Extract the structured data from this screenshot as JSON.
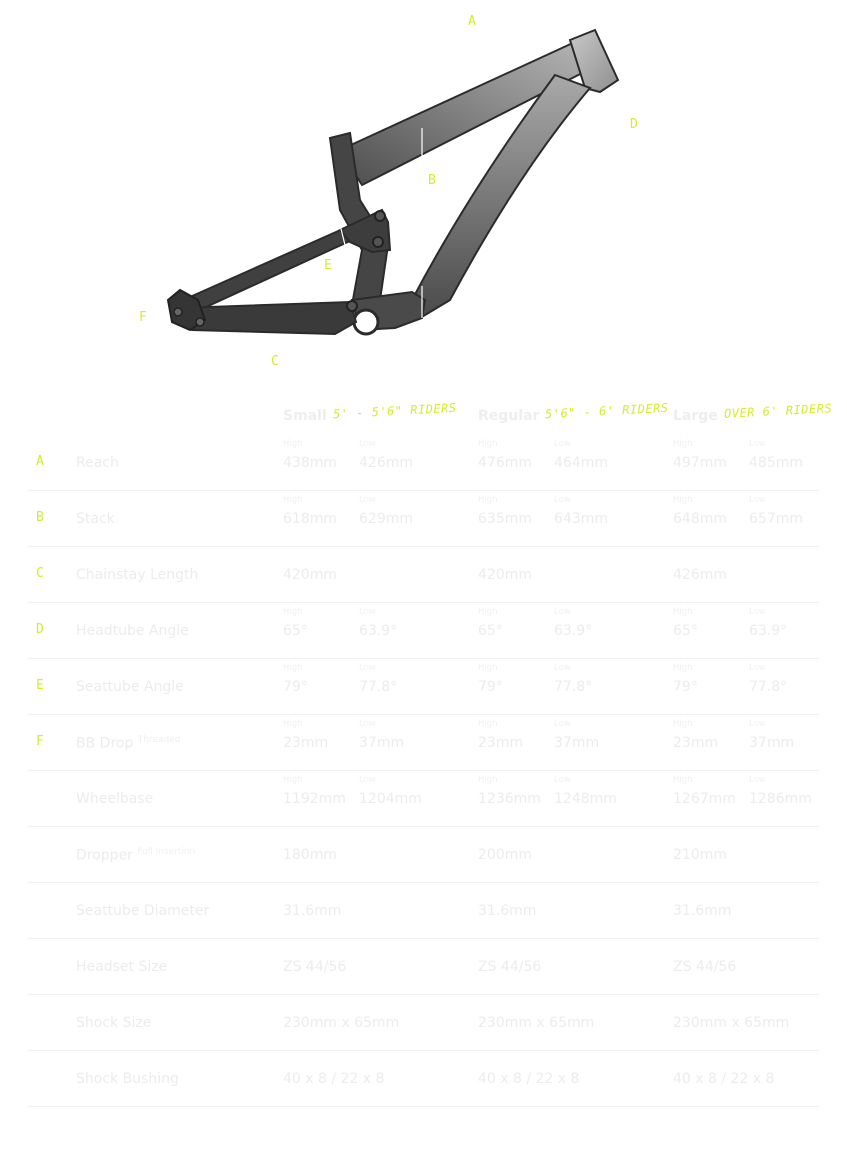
{
  "diagram": {
    "markers": {
      "A": "A",
      "B": "B",
      "C": "C",
      "D": "D",
      "E": "E",
      "F": "F"
    },
    "colors": {
      "frame": "#4a4a4a",
      "accent": "#d3ee2a"
    }
  },
  "table": {
    "sizes": [
      {
        "name": "Small",
        "riders": "5' - 5'6\" RIDERS"
      },
      {
        "name": "Regular",
        "riders": "5'6\" - 6' RIDERS"
      },
      {
        "name": "Large",
        "riders": "OVER 6' RIDERS"
      }
    ],
    "rows": [
      {
        "letter": "A",
        "label": "Reach",
        "sup": "",
        "cells": [
          {
            "cap1": "High",
            "val1": "438mm",
            "cap2": "Low",
            "val2": "426mm"
          },
          {
            "cap1": "High",
            "val1": "476mm",
            "cap2": "Low",
            "val2": "464mm"
          },
          {
            "cap1": "High",
            "val1": "497mm",
            "cap2": "Low",
            "val2": "485mm"
          }
        ]
      },
      {
        "letter": "B",
        "label": "Stack",
        "sup": "",
        "cells": [
          {
            "cap1": "High",
            "val1": "618mm",
            "cap2": "Low",
            "val2": "629mm"
          },
          {
            "cap1": "High",
            "val1": "635mm",
            "cap2": "Low",
            "val2": "643mm"
          },
          {
            "cap1": "High",
            "val1": "648mm",
            "cap2": "Low",
            "val2": "657mm"
          }
        ]
      },
      {
        "letter": "C",
        "label": "Chainstay Length",
        "sup": "",
        "cells": [
          {
            "val1": "420mm"
          },
          {
            "val1": "420mm"
          },
          {
            "val1": "426mm"
          }
        ]
      },
      {
        "letter": "D",
        "label": "Headtube Angle",
        "sup": "",
        "cells": [
          {
            "cap1": "High",
            "val1": "65°",
            "cap2": "Low",
            "val2": "63.9°"
          },
          {
            "cap1": "High",
            "val1": "65°",
            "cap2": "Low",
            "val2": "63.9°"
          },
          {
            "cap1": "High",
            "val1": "65°",
            "cap2": "Low",
            "val2": "63.9°"
          }
        ]
      },
      {
        "letter": "E",
        "label": "Seattube Angle",
        "sup": "",
        "cells": [
          {
            "cap1": "High",
            "val1": "79°",
            "cap2": "Low",
            "val2": "77.8°"
          },
          {
            "cap1": "High",
            "val1": "79°",
            "cap2": "Low",
            "val2": "77.8°"
          },
          {
            "cap1": "High",
            "val1": "79°",
            "cap2": "Low",
            "val2": "77.8°"
          }
        ]
      },
      {
        "letter": "F",
        "label": "BB Drop",
        "sup": "Threaded",
        "cells": [
          {
            "cap1": "High",
            "val1": "23mm",
            "cap2": "Low",
            "val2": "37mm"
          },
          {
            "cap1": "High",
            "val1": "23mm",
            "cap2": "Low",
            "val2": "37mm"
          },
          {
            "cap1": "High",
            "val1": "23mm",
            "cap2": "Low",
            "val2": "37mm"
          }
        ]
      },
      {
        "letter": "",
        "label": "Wheelbase",
        "sup": "",
        "cells": [
          {
            "cap1": "High",
            "val1": "1192mm",
            "cap2": "Low",
            "val2": "1204mm"
          },
          {
            "cap1": "High",
            "val1": "1236mm",
            "cap2": "Low",
            "val2": "1248mm"
          },
          {
            "cap1": "High",
            "val1": "1267mm",
            "cap2": "Low",
            "val2": "1286mm"
          }
        ]
      },
      {
        "letter": "",
        "label": "Dropper",
        "sup": "Full Insertion",
        "cells": [
          {
            "val1": "180mm"
          },
          {
            "val1": "200mm"
          },
          {
            "val1": "210mm"
          }
        ]
      },
      {
        "letter": "",
        "label": "Seattube Diameter",
        "sup": "",
        "cells": [
          {
            "val1": "31.6mm"
          },
          {
            "val1": "31.6mm"
          },
          {
            "val1": "31.6mm"
          }
        ]
      },
      {
        "letter": "",
        "label": "Headset Size",
        "sup": "",
        "cells": [
          {
            "val1": "ZS 44/56"
          },
          {
            "val1": "ZS 44/56"
          },
          {
            "val1": "ZS 44/56"
          }
        ]
      },
      {
        "letter": "",
        "label": "Shock Size",
        "sup": "",
        "cells": [
          {
            "val1": "230mm x 65mm"
          },
          {
            "val1": "230mm x 65mm"
          },
          {
            "val1": "230mm x 65mm"
          }
        ]
      },
      {
        "letter": "",
        "label": "Shock Bushing",
        "sup": "",
        "cells": [
          {
            "val1": "40 x 8 / 22 x 8"
          },
          {
            "val1": "40 x 8 / 22 x 8"
          },
          {
            "val1": "40 x 8 / 22 x 8"
          }
        ]
      }
    ]
  }
}
